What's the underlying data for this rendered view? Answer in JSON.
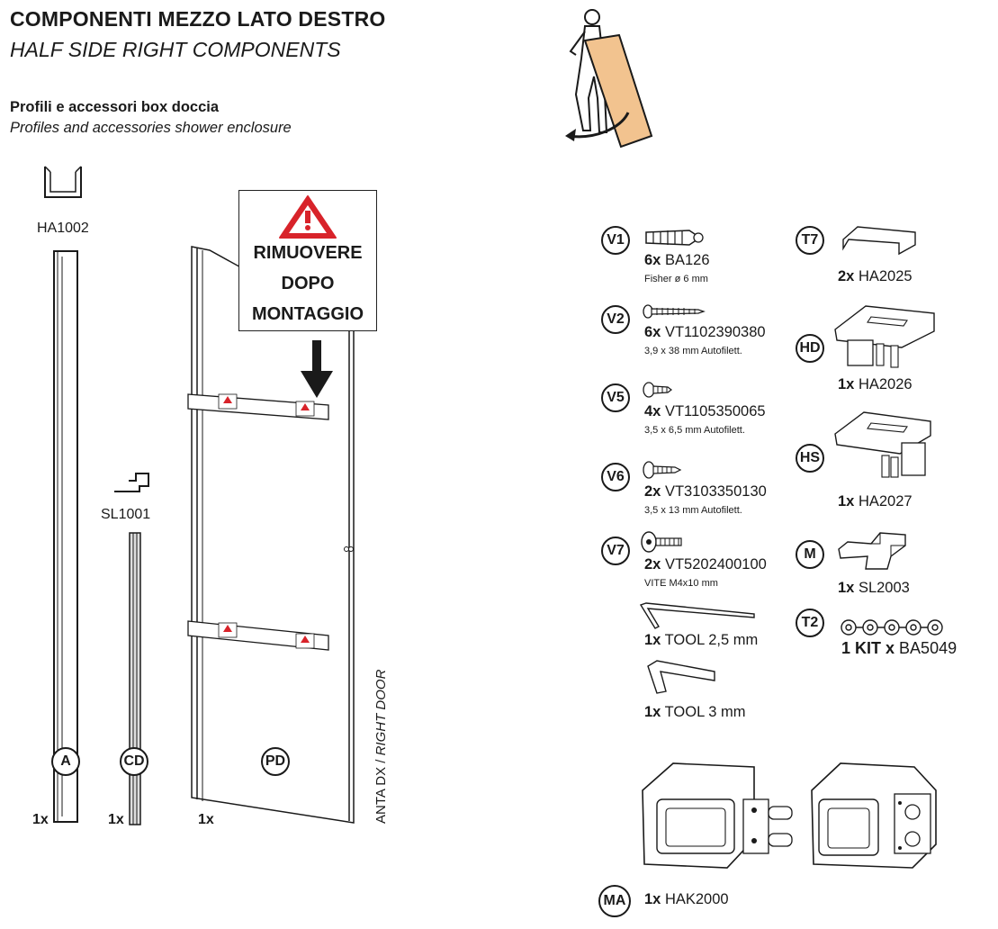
{
  "header": {
    "title_it": "COMPONENTI MEZZO LATO DESTRO",
    "title_en": "HALF SIDE RIGHT COMPONENTS",
    "section_it": "Profili e accessori box doccia",
    "section_en": "Profiles and accessories shower enclosure"
  },
  "profiles": {
    "a": {
      "code": "HA1002",
      "letter": "A",
      "qty": "1x"
    },
    "cd": {
      "code": "SL1001",
      "letter": "CD",
      "qty": "1x"
    },
    "pd": {
      "letter": "PD",
      "qty": "1x"
    }
  },
  "warning": {
    "line1": "RIMUOVERE",
    "line2": "DOPO",
    "line3": "MONTAGGIO"
  },
  "door_label": {
    "it": "ANTA DX",
    "sep": " / ",
    "en": "RIGHT DOOR"
  },
  "screws": [
    {
      "id": "V1",
      "qty": "6x",
      "code": "BA126",
      "desc": "Fisher ø 6 mm"
    },
    {
      "id": "V2",
      "qty": "6x",
      "code": "VT1102390380",
      "desc": "3,9 x 38 mm Autofilett."
    },
    {
      "id": "V5",
      "qty": "4x",
      "code": "VT1105350065",
      "desc": "3,5 x 6,5 mm Autofilett."
    },
    {
      "id": "V6",
      "qty": "2x",
      "code": "VT3103350130",
      "desc": "3,5 x 13 mm Autofilett."
    },
    {
      "id": "V7",
      "qty": "2x",
      "code": "VT5202400100",
      "desc": "VITE M4x10 mm"
    }
  ],
  "tools": [
    {
      "qty": "1x",
      "name": "TOOL 2,5 mm"
    },
    {
      "qty": "1x",
      "name": "TOOL 3 mm"
    }
  ],
  "accessories": [
    {
      "id": "T7",
      "qty": "2x",
      "code": "HA2025"
    },
    {
      "id": "HD",
      "qty": "1x",
      "code": "HA2026"
    },
    {
      "id": "HS",
      "qty": "1x",
      "code": "HA2027"
    },
    {
      "id": "M",
      "qty": "1x",
      "code": "SL2003"
    },
    {
      "id": "T2",
      "qty": "1 KIT x",
      "code": "BA5049"
    }
  ],
  "hinge": {
    "id": "MA",
    "qty": "1x",
    "code": "HAK2000"
  },
  "colors": {
    "ink": "#1a1a1a",
    "warning_red": "#d8232a",
    "panel_wood": "#f2c38f"
  }
}
